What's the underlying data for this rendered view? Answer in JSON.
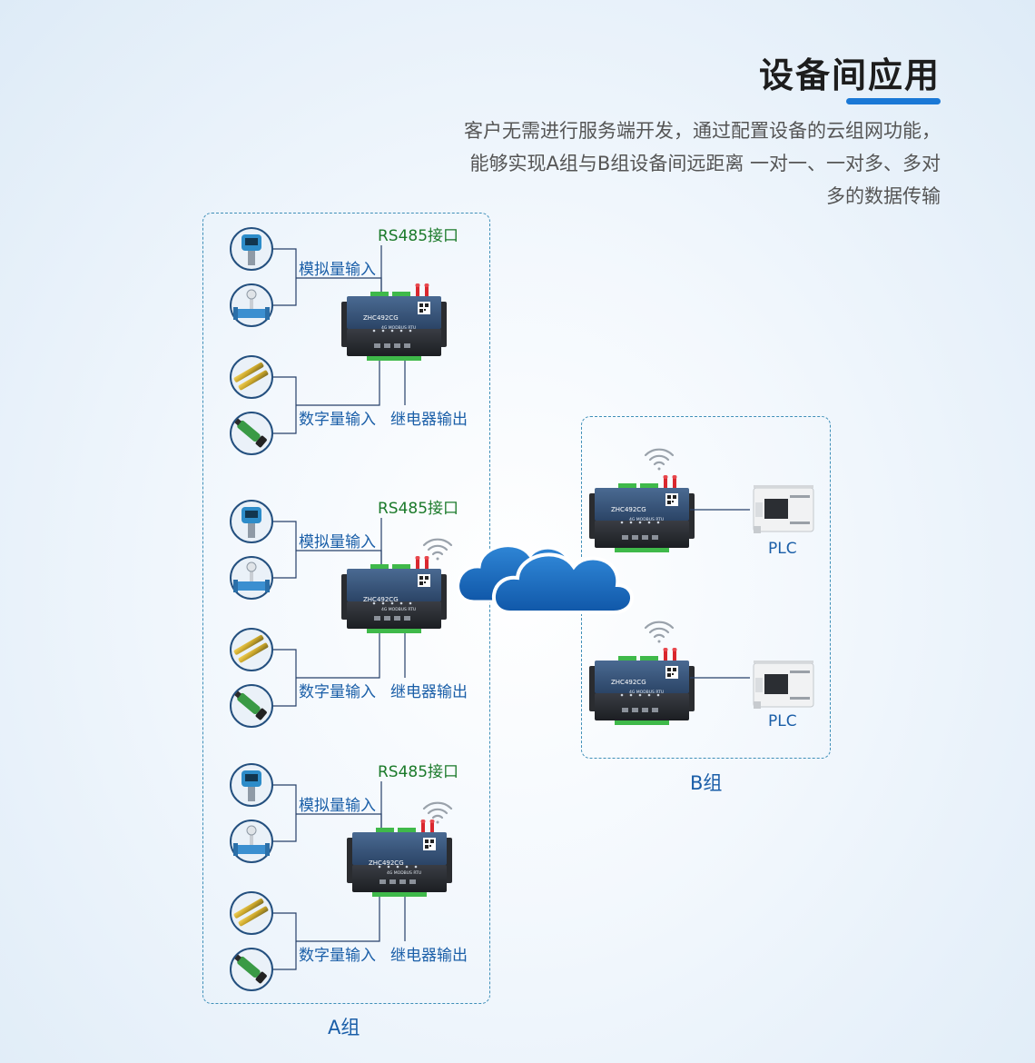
{
  "header": {
    "title": "设备间应用",
    "desc_lines": [
      "客户无需进行服务端开发，通过配置设备的云组网功能，",
      "能够实现A组与B组设备间远距离 一对一、一对多、多对",
      "多的数据传输"
    ]
  },
  "group_a": {
    "label": "A组",
    "units": [
      {
        "rs485": "RS485接口",
        "analog": "模拟量输入",
        "digital": "数字量输入",
        "relay": "继电器输出",
        "device_model": "ZHC492CG",
        "device_sub": "4G MODBUS RTU"
      },
      {
        "rs485": "RS485接口",
        "analog": "模拟量输入",
        "digital": "数字量输入",
        "relay": "继电器输出",
        "device_model": "ZHC492CG",
        "device_sub": "4G MODBUS RTU"
      },
      {
        "rs485": "RS485接口",
        "analog": "模拟量输入",
        "digital": "数字量输入",
        "relay": "继电器输出",
        "device_model": "ZHC492CG",
        "device_sub": "4G MODBUS RTU"
      }
    ]
  },
  "group_b": {
    "label": "B组",
    "units": [
      {
        "plc": "PLC",
        "device_model": "ZHC492CG",
        "device_sub": "4G MODBUS RTU"
      },
      {
        "plc": "PLC",
        "device_model": "ZHC492CG",
        "device_sub": "4G MODBUS RTU"
      }
    ]
  },
  "colors": {
    "accent": "#1a78d6",
    "label_blue": "#1b5fa8",
    "label_green": "#1b7a2a",
    "cloud": "#1565b5"
  },
  "icons": [
    "pressure-transmitter-icon",
    "flow-meter-icon",
    "light-curtain-icon",
    "proximity-sensor-icon",
    "cloud-icon",
    "wifi-signal-icon",
    "plc-icon"
  ]
}
